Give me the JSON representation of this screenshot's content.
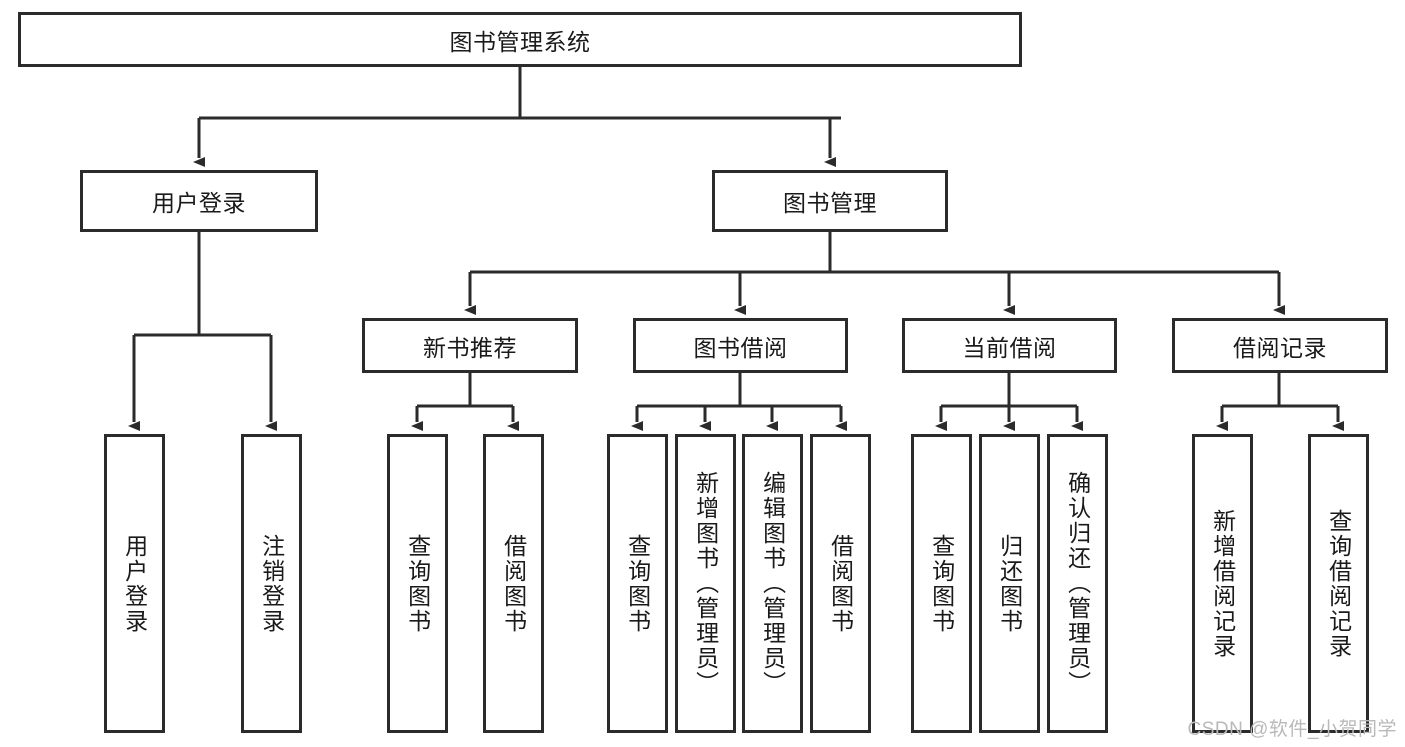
{
  "diagram": {
    "title_text": "图书管理系统",
    "type": "tree-hierarchy-chart",
    "stroke_color": "#2b2b2b",
    "background_color": "#ffffff",
    "text_color": "#1a1a1a"
  },
  "nodes": {
    "root": {
      "label": "图书管理系统",
      "orientation": "horizontal"
    },
    "level2": [
      {
        "id": "user-login",
        "label": "用户登录",
        "orientation": "horizontal"
      },
      {
        "id": "book-manage",
        "label": "图书管理",
        "orientation": "horizontal"
      }
    ],
    "level3": [
      {
        "id": "new-book-recommend",
        "label": "新书推荐",
        "orientation": "horizontal"
      },
      {
        "id": "book-borrow",
        "label": "图书借阅",
        "orientation": "horizontal"
      },
      {
        "id": "current-borrow",
        "label": "当前借阅",
        "orientation": "horizontal"
      },
      {
        "id": "borrow-record",
        "label": "借阅记录",
        "orientation": "horizontal"
      }
    ],
    "leaves": [
      {
        "id": "leaf-user-login",
        "label": "用户登录",
        "parent": "user-login",
        "orientation": "vertical"
      },
      {
        "id": "leaf-logout-login",
        "label": "注销登录",
        "parent": "user-login",
        "orientation": "vertical"
      },
      {
        "id": "leaf-query-book-1",
        "label": "查询图书",
        "parent": "new-book-recommend",
        "orientation": "vertical"
      },
      {
        "id": "leaf-borrow-book-1",
        "label": "借阅图书",
        "parent": "new-book-recommend",
        "orientation": "vertical"
      },
      {
        "id": "leaf-query-book-2",
        "label": "查询图书",
        "parent": "book-borrow",
        "orientation": "vertical"
      },
      {
        "id": "leaf-add-book",
        "label": "新增图书（管理员）",
        "parent": "book-borrow",
        "orientation": "vertical"
      },
      {
        "id": "leaf-edit-book",
        "label": "编辑图书（管理员）",
        "parent": "book-borrow",
        "orientation": "vertical"
      },
      {
        "id": "leaf-borrow-book-2",
        "label": "借阅图书",
        "parent": "book-borrow",
        "orientation": "vertical"
      },
      {
        "id": "leaf-query-book-3",
        "label": "查询图书",
        "parent": "current-borrow",
        "orientation": "vertical"
      },
      {
        "id": "leaf-return-book",
        "label": "归还图书",
        "parent": "current-borrow",
        "orientation": "vertical"
      },
      {
        "id": "leaf-confirm-return",
        "label": "确认归还（管理员）",
        "parent": "current-borrow",
        "orientation": "vertical"
      },
      {
        "id": "leaf-add-record",
        "label": "新增借阅记录",
        "parent": "borrow-record",
        "orientation": "vertical"
      },
      {
        "id": "leaf-query-record",
        "label": "查询借阅记录",
        "parent": "borrow-record",
        "orientation": "vertical"
      }
    ]
  },
  "watermark": {
    "text": "CSDN @软件_小贺同学"
  }
}
